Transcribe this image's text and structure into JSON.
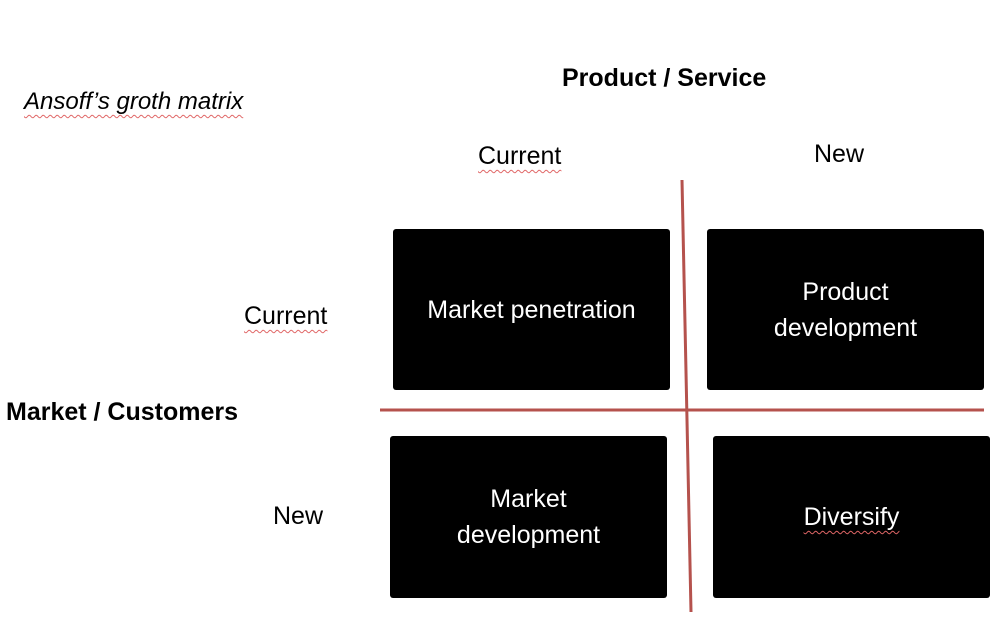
{
  "title": "Ansoff’s groth matrix",
  "axes": {
    "product_title": "Product / Service",
    "market_title": "Market / Customers",
    "columns": [
      "Current",
      "New"
    ],
    "rows": [
      "Current",
      "New"
    ]
  },
  "cells": {
    "current_market_current_product": "Market penetration",
    "current_market_new_product": "Product development",
    "new_market_current_product": "Market development",
    "new_market_new_product": "Diversify"
  },
  "colors": {
    "cell_background": "#000000",
    "cell_text": "#ffffff",
    "divider": "#b5524d",
    "spell_underline": "#e06666"
  }
}
